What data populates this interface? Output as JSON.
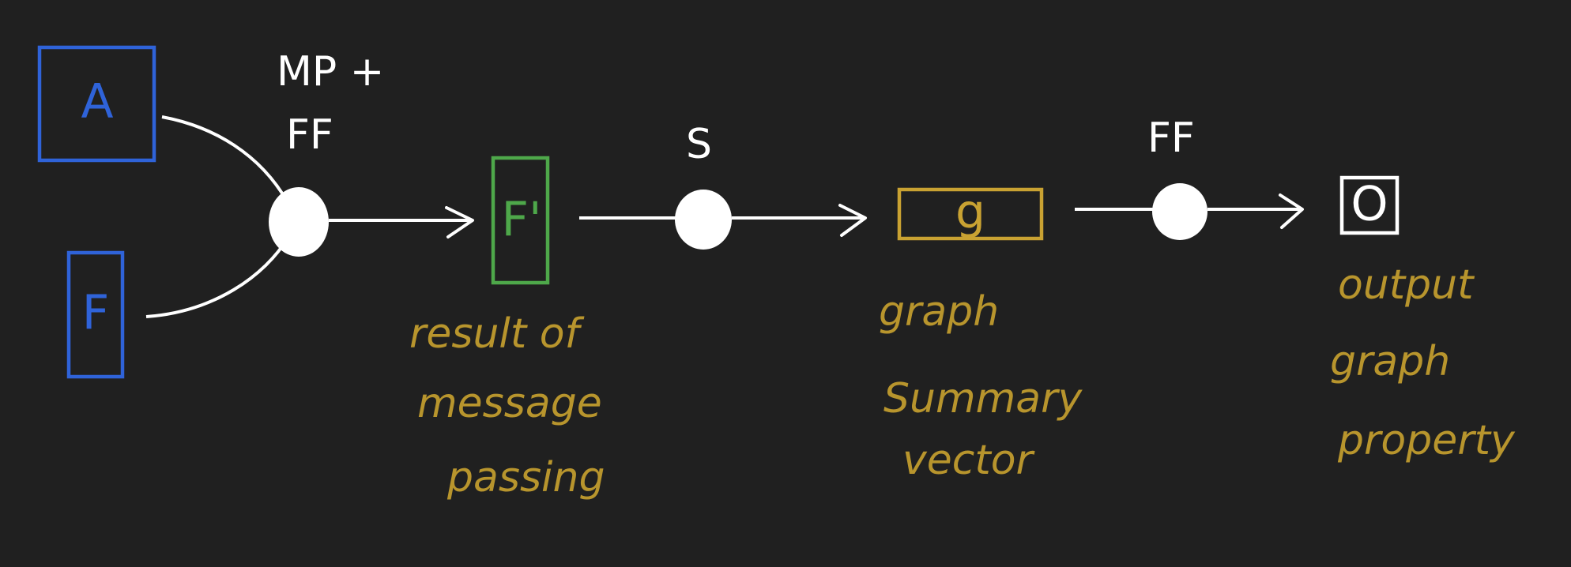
{
  "nodes": {
    "A": {
      "label": "A",
      "color": "#2f63d9"
    },
    "F": {
      "label": "F",
      "color": "#2f63d9"
    },
    "F_prime": {
      "label": "F'",
      "color": "#4ea84a"
    },
    "g": {
      "label": "g",
      "color": "#c9a232"
    },
    "O": {
      "label": "O",
      "color": "#ffffff"
    }
  },
  "operations": {
    "mp_ff": {
      "line1": "MP +",
      "line2": "FF"
    },
    "s": {
      "label": "S"
    },
    "ff": {
      "label": "FF"
    }
  },
  "annotations": {
    "f_prime": [
      "result of",
      "message",
      "passing"
    ],
    "g": [
      "graph",
      "Summary",
      "vector"
    ],
    "o": [
      "output",
      "graph",
      "property"
    ]
  },
  "colors": {
    "background": "#202020",
    "edge": "#ffffff",
    "annotation": "#b8952d"
  }
}
